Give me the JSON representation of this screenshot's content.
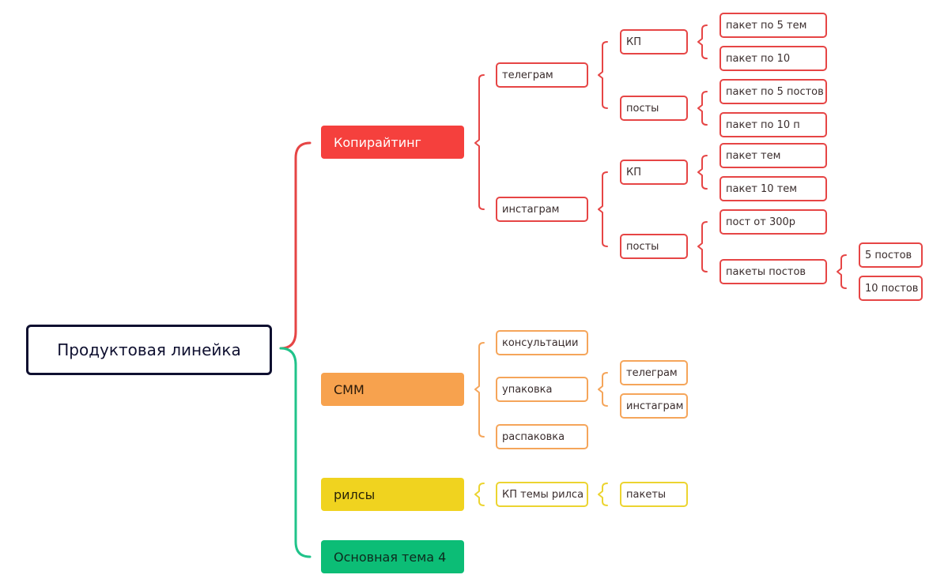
{
  "colors": {
    "root_border": "#0f1030",
    "red": "#f5403d",
    "red_line": "#e64545",
    "orange": "#f7a24e",
    "orange_line": "#f5a55a",
    "yellow": "#f0d31f",
    "yellow_line": "#ecd430",
    "green": "#0cbd76",
    "green_line": "#20c38a"
  },
  "root": {
    "label": "Продуктовая линейка"
  },
  "branches": {
    "copywriting": {
      "label": "Копирайтинг",
      "telegram": {
        "label": "телеграм",
        "kp": {
          "label": "КП",
          "items": [
            "пакет по 5 тем",
            "пакет по 10"
          ]
        },
        "posts": {
          "label": "посты",
          "items": [
            "пакет по 5 постов",
            "пакет по 10 п"
          ]
        }
      },
      "instagram": {
        "label": "инстаграм",
        "kp": {
          "label": "КП",
          "items": [
            "пакет  тем",
            "пакет 10 тем"
          ]
        },
        "posts": {
          "label": "посты",
          "item_single": "пост от 300р",
          "packages": {
            "label": "пакеты постов",
            "items": [
              "5 постов",
              "10 постов"
            ]
          }
        }
      }
    },
    "smm": {
      "label": "СММ",
      "consult": "консультации",
      "packaging": {
        "label": "упаковка",
        "items": [
          "телеграм",
          "инстаграм"
        ]
      },
      "unpacking": "распаковка"
    },
    "reels": {
      "label": "рилсы",
      "kp": {
        "label": "КП темы рилса",
        "items": [
          "пакеты"
        ]
      }
    },
    "topic4": {
      "label": "Основная тема 4"
    }
  }
}
